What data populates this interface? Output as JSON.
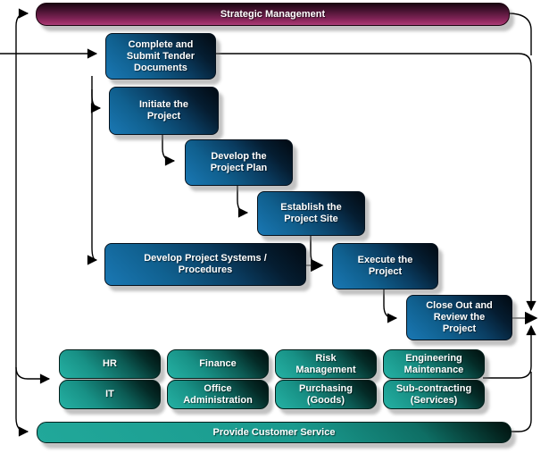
{
  "title_bar": {
    "label": "Strategic Management"
  },
  "bottom_bar": {
    "label": "Provide Customer Service"
  },
  "process": {
    "boxes": [
      {
        "id": "complete-tender",
        "label": "Complete and\nSubmit Tender\nDocuments"
      },
      {
        "id": "initiate-project",
        "label": "Initiate the\nProject"
      },
      {
        "id": "develop-plan",
        "label": "Develop the\nProject Plan"
      },
      {
        "id": "establish-site",
        "label": "Establish the\nProject Site"
      },
      {
        "id": "develop-systems",
        "label": "Develop Project Systems /\nProcedures"
      },
      {
        "id": "execute-project",
        "label": "Execute the\nProject"
      },
      {
        "id": "close-out",
        "label": "Close Out and\nReview the\nProject"
      }
    ]
  },
  "support": {
    "row1": [
      "HR",
      "Finance",
      "Risk\nManagement",
      "Engineering\nMaintenance"
    ],
    "row2": [
      "IT",
      "Office\nAdministration",
      "Purchasing\n(Goods)",
      "Sub-contracting\n(Services)"
    ]
  },
  "colors": {
    "strategic_bar": "#8e2c5e",
    "process_box": "#0f5a8e",
    "support_box": "#148c82",
    "customer_bar": "#17948a",
    "connector": "#000000",
    "merge_connector": "#7d7d7d"
  }
}
